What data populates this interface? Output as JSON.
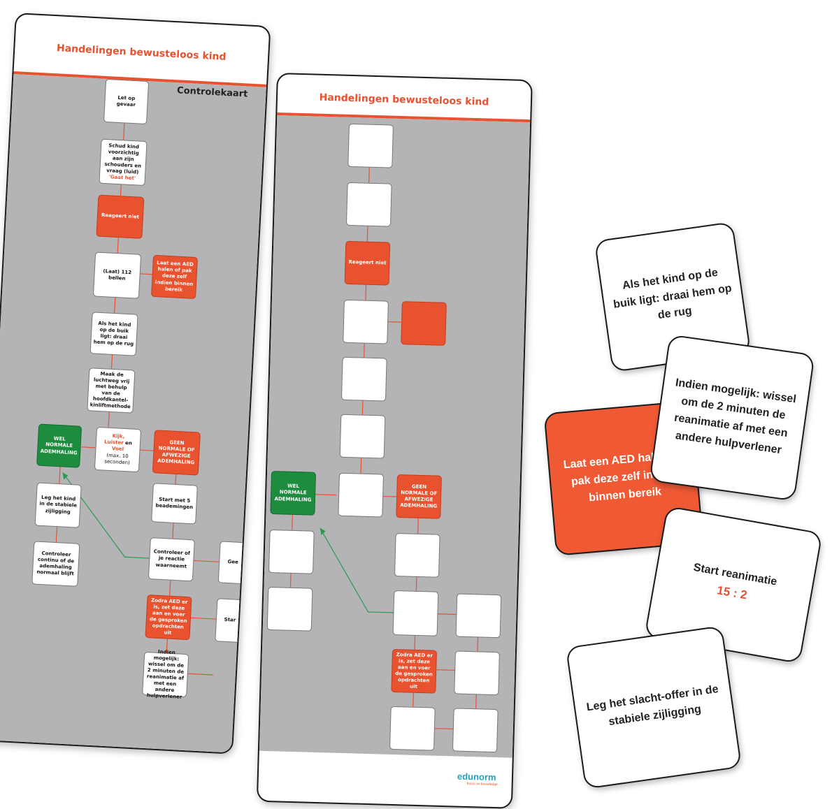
{
  "card_back": {
    "title": "Handelingen bewusteloos kind",
    "subtitle": "Controlekaart",
    "steps": {
      "gevaar": "Let op gevaar",
      "schud": "Schud kind voorzichtig aan zijn schouders en vraag (luid)",
      "schud_quote": "'Gaat het'",
      "reageert": "Reageert niet",
      "bellen": "(Laat) 112 bellen",
      "aed_side": "Laat een AED halen of pak deze zelf indien binnen bereik",
      "buik": "Als het kind op de buik ligt: draai hem op de rug",
      "luchtweg": "Maak de luchtweg vrij met behulp van de hoofdkantel-kinliftmethode",
      "kijk_a": "Kijk,",
      "kijk_b": "Luister",
      "kijk_c": "en",
      "kijk_d": "Voel",
      "kijk_e": "(max. 10 seconden)",
      "wel": "WEL NORMALE ADEMHALING",
      "geen": "GEEN NORMALE OF AFWEZIGE ADEMHALING",
      "stabiel": "Leg het kind in de stabiele zijligging",
      "controleer_adem": "Controleer continu of de ademhaling normaal blijft",
      "beademingen": "Start met 5 beademingen",
      "reactie": "Controleer of je reactie waarneemt",
      "geen_short": "Gee",
      "zodra": "Zodra AED er is, zet deze aan en voer de gesproken opdrachten uit",
      "start_short": "Star",
      "wissel": "Indien mogelijk: wissel om de 2 minuten de reanimatie af met een andere hulpverlener"
    }
  },
  "card_front": {
    "title": "Handelingen bewusteloos kind",
    "reageert": "Reageert niet",
    "wel": "WEL NORMALE ADEMHALING",
    "geen": "GEEN NORMALE OF AFWEZIGE ADEMHALING",
    "zodra": "Zodra AED er is, zet deze aan en voer de gesproken opdrachten uit",
    "logo": "edunorm",
    "logo_sub": "focus on knowledge"
  },
  "tiles": {
    "buik": "Als het kind op de buik ligt: draai hem op de rug",
    "wissel": "Indien mogelijk: wissel om de 2 minuten de reanimatie af met een andere hulpverlener",
    "aed": "Laat een AED halen of pak deze zelf indien binnen bereik",
    "reanimatie": "Start reanimatie",
    "ratio": "15 : 2",
    "stabiel": "Leg het slacht-offer in de stabiele zijligging"
  },
  "colors": {
    "accent": "#e8522f",
    "green": "#1e8c3e",
    "grey": "#b4b4b7"
  }
}
